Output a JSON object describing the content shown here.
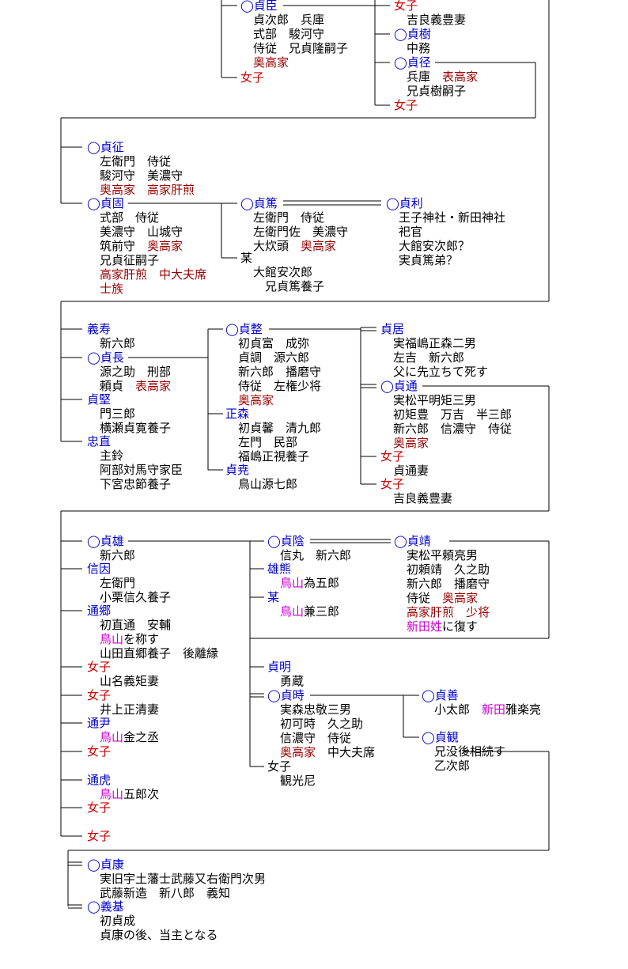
{
  "colors": {
    "text": "#000000",
    "name": "#0000cc",
    "red": "#cc0000",
    "dark_red": "#990000",
    "magenta": "#cc00cc",
    "line": "#000000"
  },
  "symbols": {
    "heir_mark": "◯"
  },
  "nodes": [
    {
      "id": "n01",
      "mark": true,
      "name": "貞臣",
      "tone": "name",
      "lines": [
        [
          [
            "貞次郎　兵庫"
          ]
        ],
        [
          [
            "式部　駿河守"
          ]
        ],
        [
          [
            "侍従　兄貞隆嗣子"
          ]
        ],
        [
          [
            "奥高家",
            "dark_red"
          ]
        ]
      ]
    },
    {
      "id": "n02",
      "mark": false,
      "name": "女子",
      "tone": "red",
      "lines": []
    },
    {
      "id": "n03",
      "mark": false,
      "name": "女子",
      "tone": "red",
      "lines": [
        [
          [
            "吉良義豊妻"
          ]
        ]
      ]
    },
    {
      "id": "n04",
      "mark": true,
      "name": "貞樹",
      "tone": "name",
      "lines": [
        [
          [
            "中務"
          ]
        ]
      ]
    },
    {
      "id": "n05",
      "mark": true,
      "name": "貞径",
      "tone": "name",
      "lines": [
        [
          [
            "兵庫　"
          ],
          [
            "表高家",
            "dark_red"
          ]
        ],
        [
          [
            "兄貞樹嗣子"
          ]
        ]
      ]
    },
    {
      "id": "n06",
      "mark": false,
      "name": "女子",
      "tone": "red",
      "lines": []
    },
    {
      "id": "n07",
      "mark": true,
      "name": "貞征",
      "tone": "name",
      "lines": [
        [
          [
            "左衛門　侍従"
          ]
        ],
        [
          [
            "駿河守　美濃守"
          ]
        ],
        [
          [
            "奥高家　高家肝煎",
            "dark_red"
          ]
        ]
      ]
    },
    {
      "id": "n08",
      "mark": true,
      "name": "貞固",
      "tone": "name",
      "lines": [
        [
          [
            "式部　侍従"
          ]
        ],
        [
          [
            "美濃守　山城守"
          ]
        ],
        [
          [
            "筑前守　"
          ],
          [
            "奥高家",
            "dark_red"
          ]
        ],
        [
          [
            "兄貞征嗣子"
          ]
        ],
        [
          [
            "高家肝煎　中大夫席",
            "dark_red"
          ]
        ],
        [
          [
            "士族",
            "dark_red"
          ]
        ]
      ]
    },
    {
      "id": "n09",
      "mark": true,
      "name": "貞篤",
      "tone": "name",
      "lines": [
        [
          [
            "左衛門　侍従"
          ]
        ],
        [
          [
            "左衛門佐　美濃守"
          ]
        ],
        [
          [
            "大炊頭　"
          ],
          [
            "奥高家",
            "dark_red"
          ]
        ]
      ]
    },
    {
      "id": "n10",
      "mark": false,
      "name": "某",
      "tone": "black",
      "lines": [
        [
          [
            "大館安次郎"
          ]
        ],
        [
          [
            "　兄貞篤養子"
          ]
        ]
      ]
    },
    {
      "id": "n11",
      "mark": true,
      "name": "貞利",
      "tone": "name",
      "lines": [
        [
          [
            "王子神社・新田神社"
          ]
        ],
        [
          [
            "祀官"
          ]
        ],
        [
          [
            "大館安次郎？"
          ]
        ],
        [
          [
            "実貞篤弟？"
          ]
        ]
      ]
    },
    {
      "id": "n12",
      "mark": false,
      "name": "義寿",
      "tone": "name",
      "lines": [
        [
          [
            "新六郎"
          ]
        ]
      ]
    },
    {
      "id": "n13",
      "mark": true,
      "name": "貞長",
      "tone": "name",
      "lines": [
        [
          [
            "源之助　刑部"
          ]
        ],
        [
          [
            "頼貞　"
          ],
          [
            "表高家",
            "dark_red"
          ]
        ]
      ]
    },
    {
      "id": "n14",
      "mark": false,
      "name": "貞堅",
      "tone": "name",
      "lines": [
        [
          [
            "門三郎"
          ]
        ],
        [
          [
            "横瀬貞寛養子"
          ]
        ]
      ]
    },
    {
      "id": "n15",
      "mark": false,
      "name": "忠直",
      "tone": "name",
      "lines": [
        [
          [
            "主鈴"
          ]
        ],
        [
          [
            "阿部対馬守家臣"
          ]
        ],
        [
          [
            "下宮忠節養子"
          ]
        ]
      ]
    },
    {
      "id": "n16",
      "mark": true,
      "name": "貞整",
      "tone": "name",
      "lines": [
        [
          [
            "初貞富　成弥"
          ]
        ],
        [
          [
            "貞調　源六郎"
          ]
        ],
        [
          [
            "新六郎　播磨守"
          ]
        ],
        [
          [
            "侍従　左権少将"
          ]
        ],
        [
          [
            "奥高家",
            "dark_red"
          ]
        ]
      ]
    },
    {
      "id": "n17",
      "mark": false,
      "name": "正森",
      "tone": "name",
      "lines": [
        [
          [
            "初貞馨　清九郎"
          ]
        ],
        [
          [
            "左門　民部"
          ]
        ],
        [
          [
            "福嶋正視養子"
          ]
        ]
      ]
    },
    {
      "id": "n18",
      "mark": false,
      "name": "貞尭",
      "tone": "name",
      "lines": [
        [
          [
            "鳥山源七郎"
          ]
        ]
      ]
    },
    {
      "id": "n19",
      "mark": false,
      "name": "貞居",
      "tone": "name",
      "lines": [
        [
          [
            "実福嶋正森二男"
          ]
        ],
        [
          [
            "左吉　新六郎"
          ]
        ],
        [
          [
            "父に先立ちて死す"
          ]
        ]
      ]
    },
    {
      "id": "n20",
      "mark": true,
      "name": "貞通",
      "tone": "name",
      "lines": [
        [
          [
            "実松平明矩三男"
          ]
        ],
        [
          [
            "初矩豊　万吉　半三郎"
          ]
        ],
        [
          [
            "新六郎　信濃守　侍従"
          ]
        ],
        [
          [
            "奥高家",
            "dark_red"
          ]
        ]
      ]
    },
    {
      "id": "n21",
      "mark": false,
      "name": "女子",
      "tone": "red",
      "lines": [
        [
          [
            "貞通妻"
          ]
        ]
      ]
    },
    {
      "id": "n22",
      "mark": false,
      "name": "女子",
      "tone": "red",
      "lines": [
        [
          [
            "吉良義豊妻"
          ]
        ]
      ]
    },
    {
      "id": "n23",
      "mark": true,
      "name": "貞雄",
      "tone": "name",
      "lines": [
        [
          [
            "新六郎"
          ]
        ]
      ]
    },
    {
      "id": "n24",
      "mark": false,
      "name": "信因",
      "tone": "name",
      "lines": [
        [
          [
            "左衛門"
          ]
        ],
        [
          [
            "小栗信久養子"
          ]
        ]
      ]
    },
    {
      "id": "n25",
      "mark": false,
      "name": "通郷",
      "tone": "name",
      "lines": [
        [
          [
            "初直通　安輔"
          ]
        ],
        [
          [
            "鳥山",
            "magenta"
          ],
          [
            "を称す"
          ]
        ],
        [
          [
            "山田直郷養子　後離縁"
          ]
        ]
      ]
    },
    {
      "id": "n26",
      "mark": false,
      "name": "女子",
      "tone": "red",
      "lines": [
        [
          [
            "山名義矩妻"
          ]
        ]
      ]
    },
    {
      "id": "n27",
      "mark": false,
      "name": "女子",
      "tone": "red",
      "lines": [
        [
          [
            "井上正清妻"
          ]
        ]
      ]
    },
    {
      "id": "n28",
      "mark": false,
      "name": "通尹",
      "tone": "name",
      "lines": [
        [
          [
            "鳥山",
            "magenta"
          ],
          [
            "金之丞"
          ]
        ]
      ]
    },
    {
      "id": "n29",
      "mark": false,
      "name": "女子",
      "tone": "red",
      "lines": []
    },
    {
      "id": "n30",
      "mark": false,
      "name": "通虎",
      "tone": "name",
      "lines": [
        [
          [
            "鳥山",
            "magenta"
          ],
          [
            "五郎次"
          ]
        ]
      ]
    },
    {
      "id": "n31",
      "mark": false,
      "name": "女子",
      "tone": "red",
      "lines": []
    },
    {
      "id": "n32",
      "mark": false,
      "name": "女子",
      "tone": "red",
      "lines": []
    },
    {
      "id": "n33",
      "mark": true,
      "name": "貞陰",
      "tone": "name",
      "lines": [
        [
          [
            "信丸　新六郎"
          ]
        ]
      ]
    },
    {
      "id": "n34",
      "mark": false,
      "name": "雄熊",
      "tone": "name",
      "lines": [
        [
          [
            "鳥山",
            "magenta"
          ],
          [
            "為五郎"
          ]
        ]
      ]
    },
    {
      "id": "n35",
      "mark": false,
      "name": "某",
      "tone": "name",
      "lines": [
        [
          [
            "鳥山",
            "magenta"
          ],
          [
            "兼三郎"
          ]
        ]
      ]
    },
    {
      "id": "n36",
      "mark": true,
      "name": "貞靖",
      "tone": "name",
      "lines": [
        [
          [
            "実松平頼亮男"
          ]
        ],
        [
          [
            "初頼靖　久之助"
          ]
        ],
        [
          [
            "新六郎　播磨守"
          ]
        ],
        [
          [
            "侍従　"
          ],
          [
            "奥高家",
            "dark_red"
          ]
        ],
        [
          [
            "高家肝煎　少将",
            "dark_red"
          ]
        ],
        [
          [
            "新田姓",
            "magenta"
          ],
          [
            "に復す"
          ]
        ]
      ]
    },
    {
      "id": "n37",
      "mark": false,
      "name": "貞明",
      "tone": "name",
      "lines": [
        [
          [
            "勇蔵"
          ]
        ]
      ]
    },
    {
      "id": "n38",
      "mark": true,
      "name": "貞時",
      "tone": "name",
      "lines": [
        [
          [
            "実森忠敬三男"
          ]
        ],
        [
          [
            "初可時　久之助"
          ]
        ],
        [
          [
            "信濃守　侍従"
          ]
        ],
        [
          [
            "奥高家",
            "dark_red"
          ],
          [
            "　中大夫席"
          ]
        ]
      ]
    },
    {
      "id": "n39",
      "mark": false,
      "name": "女子",
      "tone": "black",
      "lines": [
        [
          [
            "観光尼"
          ]
        ]
      ]
    },
    {
      "id": "n40",
      "mark": true,
      "name": "貞善",
      "tone": "name",
      "lines": [
        [
          [
            "小太郎　"
          ],
          [
            "新田",
            "magenta"
          ],
          [
            "雅楽亮"
          ]
        ]
      ]
    },
    {
      "id": "n41",
      "mark": true,
      "name": "貞観",
      "tone": "name",
      "lines": [
        [
          [
            "兄没後相続す"
          ]
        ],
        [
          [
            "乙次郎"
          ]
        ]
      ]
    },
    {
      "id": "n42",
      "mark": true,
      "name": "貞康",
      "tone": "name",
      "lines": [
        [
          [
            "実旧宇土藩士武藤又右衛門次男"
          ]
        ],
        [
          [
            "武藤新造　新八郎　義知"
          ]
        ]
      ]
    },
    {
      "id": "n43",
      "mark": true,
      "name": "義基",
      "tone": "name",
      "lines": [
        [
          [
            "初貞成"
          ]
        ],
        [
          [
            "貞康の後、当主となる"
          ]
        ]
      ]
    }
  ]
}
